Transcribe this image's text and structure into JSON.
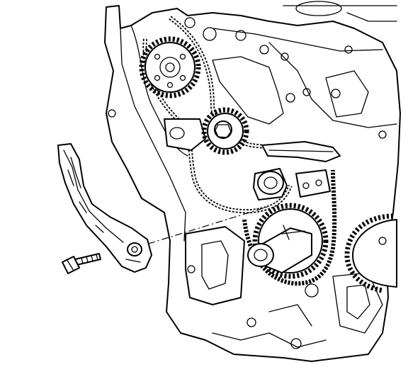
{
  "diagram": {
    "type": "technical-line-drawing",
    "parts": [
      {
        "name": "engine-block"
      },
      {
        "name": "camshaft-sprocket"
      },
      {
        "name": "idler-sprocket"
      },
      {
        "name": "crankshaft-sprocket"
      },
      {
        "name": "timing-chain"
      },
      {
        "name": "chain-guide"
      },
      {
        "name": "guide-bolt"
      }
    ],
    "colors": {
      "line": "#000000",
      "fill": "#ffffff"
    }
  }
}
